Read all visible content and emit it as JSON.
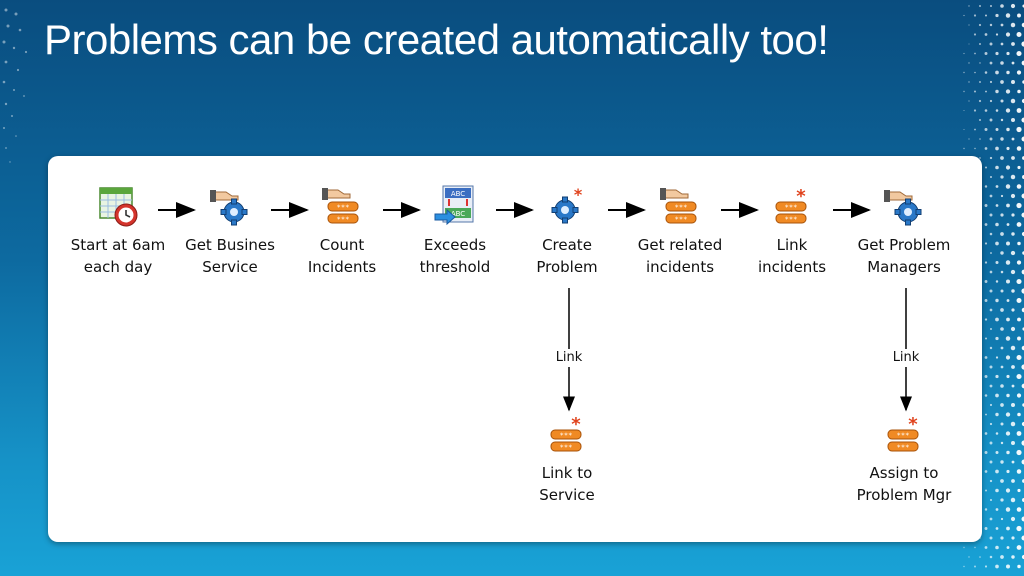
{
  "slide": {
    "title": "Problems can be created automatically too!"
  },
  "workflow": {
    "nodes": [
      {
        "id": "n1",
        "line1": "Start at 6am",
        "line2": "each day",
        "icon": "calendar-clock-icon"
      },
      {
        "id": "n2",
        "line1": "Get Busines",
        "line2": "Service",
        "icon": "hand-gear-icon"
      },
      {
        "id": "n3",
        "line1": "Count",
        "line2": "Incidents",
        "icon": "hand-records-icon"
      },
      {
        "id": "n4",
        "line1": "Exceeds",
        "line2": "threshold",
        "icon": "compare-abc-icon"
      },
      {
        "id": "n5",
        "line1": "Create",
        "line2": "Problem",
        "icon": "create-gear-icon"
      },
      {
        "id": "n6",
        "line1": "Get related",
        "line2": "incidents",
        "icon": "hand-records-icon"
      },
      {
        "id": "n7",
        "line1": "Link",
        "line2": "incidents",
        "icon": "link-records-icon"
      },
      {
        "id": "n8",
        "line1": "Get Problem",
        "line2": "Managers",
        "icon": "hand-gear-icon"
      },
      {
        "id": "n9",
        "line1": "Link to",
        "line2": "Service",
        "icon": "link-records-icon"
      },
      {
        "id": "n10",
        "line1": "Assign to",
        "line2": "Problem Mgr",
        "icon": "link-records-icon"
      }
    ],
    "links": [
      {
        "label": "Link"
      },
      {
        "label": "Link"
      }
    ],
    "colors": {
      "accent_orange": "#f08a24",
      "gear_blue": "#2a78c8",
      "calendar_green": "#5aa63c"
    }
  }
}
